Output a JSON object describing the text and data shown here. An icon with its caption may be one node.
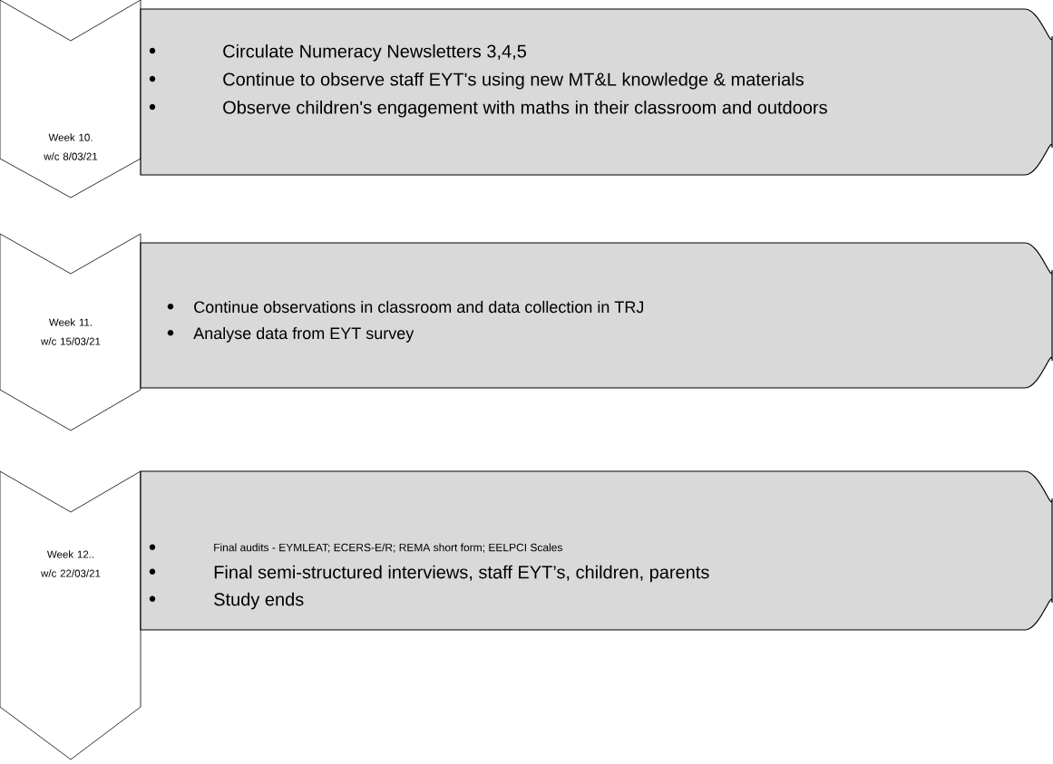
{
  "diagram": {
    "nodes": [
      {
        "text": [
          "Week 10. w/c 8/03/21"
        ]
      },
      {
        "text": [
          "Circulate Numeracy Newsletters 3,4,5",
          "Continue to observe staff EYT's using new MT&L knowledge & materials",
          "Observe children's engagement with maths in their classroom and outdoors"
        ]
      },
      {
        "text": [
          "Week 11. w/c 15/03/21"
        ]
      },
      {
        "text": [
          "Continue observations in classroom and data collection in TRJ",
          "Analyse data from EYT survey"
        ]
      },
      {
        "text": [
          "Week 12.. w/c 22/03/21"
        ]
      },
      {
        "text": [
          "Final audits - EYMLEAT; ECERS-E/R; REMA short form; EELPCI Scales",
          "Final semi-structured interviews, staff EYT’s, children, parents",
          "Study ends"
        ]
      }
    ]
  }
}
